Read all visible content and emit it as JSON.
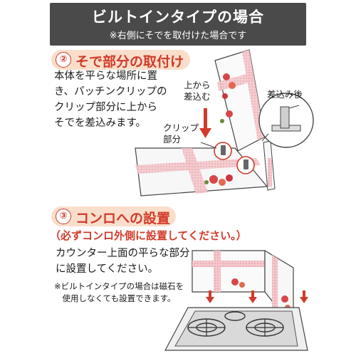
{
  "header": {
    "title": "ビルトインタイプの場合",
    "subtitle": "※右側にそでを取付けた場合です"
  },
  "section1": {
    "number": "②",
    "title": "そで部分の取付け",
    "instructions": "本体を平らな場所に置\nき、パッチンクリップの\nクリップ部分に上から\nそでを差込みます。",
    "label_insert_from_top": "上から\n差込む",
    "label_after_insert": "差込み後",
    "label_clip": "クリップ\n部分"
  },
  "section2": {
    "number": "③",
    "title": "コンロへの設置",
    "warning": "（必ずコンロ外側に設置してください。）",
    "instructions": "カウンター上面の平らな部分\nに設置してください。",
    "note": "※ビルトインタイプの場合は磁石を\n　使用しなくても設置できます。"
  },
  "colors": {
    "accent_red": "#d23a2a",
    "banner_bg": "#f9dfcb",
    "header_bg": "#4a4a4a",
    "stripe_pink": "#e8a0a8"
  }
}
